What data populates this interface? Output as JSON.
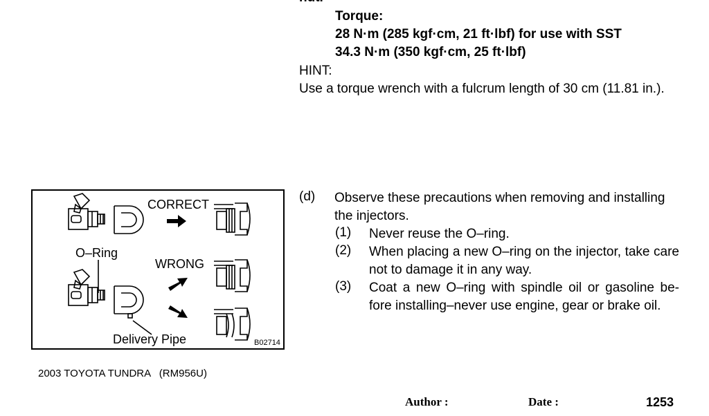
{
  "spec": {
    "cut_heading": "nut.",
    "torque_label": "Torque:",
    "torque_values": [
      "28 N·m (285 kgf·cm, 21 ft·lbf) for use with SST",
      "34.3 N·m (350 kgf·cm, 25 ft·lbf)"
    ],
    "hint_label": "HINT:",
    "hint_text": "Use a torque wrench with a fulcrum length of 30 cm (11.81 in.)."
  },
  "figure": {
    "label_correct": "CORRECT",
    "label_wrong": "WRONG",
    "label_oring": "O–Ring",
    "label_delivery_pipe": "Delivery Pipe",
    "code": "B02714"
  },
  "step": {
    "marker": "(d)",
    "text": "Observe these precautions when removing and installing the injectors.",
    "items": [
      {
        "num": "(1)",
        "text": "Never reuse the O–ring."
      },
      {
        "num": "(2)",
        "text": "When placing a new O–ring on the injector, take care not to damage it in any way."
      },
      {
        "num": "(3)",
        "text": "Coat a new O–ring with spindle oil or gasoline be-fore installing–never use engine, gear or brake oil."
      }
    ]
  },
  "footer": {
    "model": "2003 TOYOTA TUNDRA   (RM956U)",
    "author_label": "Author :",
    "date_label": "Date :",
    "page_number": "1253"
  }
}
